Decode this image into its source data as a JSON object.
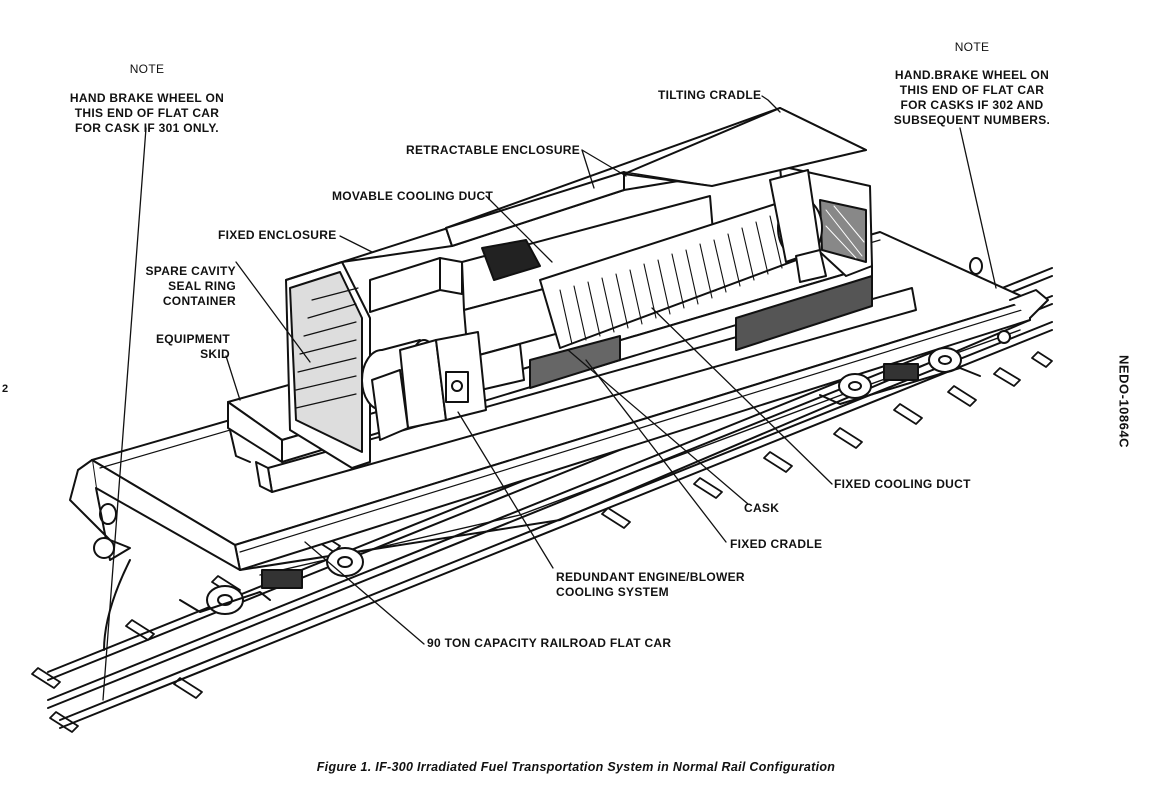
{
  "notes": {
    "left": {
      "heading": "NOTE",
      "lines": [
        "HAND BRAKE WHEEL ON",
        "THIS END OF FLAT CAR",
        "FOR CASK IF 301 ONLY."
      ]
    },
    "right": {
      "heading": "NOTE",
      "lines": [
        "HAND.BRAKE WHEEL ON",
        "THIS END OF FLAT CAR",
        "FOR CASKS IF 302 AND",
        "SUBSEQUENT NUMBERS."
      ]
    }
  },
  "labels": {
    "tilting_cradle": "TILTING CRADLE",
    "retractable_enclosure": "RETRACTABLE ENCLOSURE",
    "movable_cooling_duct": "MOVABLE COOLING DUCT",
    "fixed_enclosure": "FIXED ENCLOSURE",
    "spare_cavity": [
      "SPARE CAVITY",
      "SEAL RING",
      "CONTAINER"
    ],
    "equipment_skid": [
      "EQUIPMENT",
      "SKID"
    ],
    "fixed_cooling_duct": "FIXED COOLING DUCT",
    "cask": "CASK",
    "fixed_cradle": "FIXED CRADLE",
    "redundant_engine": [
      "REDUNDANT ENGINE/BLOWER",
      "COOLING SYSTEM"
    ],
    "flat_car": "90 TON CAPACITY RAILROAD FLAT CAR"
  },
  "caption": "Figure 1.   IF-300 Irradiated Fuel Transportation System in Normal Rail Configuration",
  "side_code": "NEDO-10864C",
  "page_mark": "2"
}
